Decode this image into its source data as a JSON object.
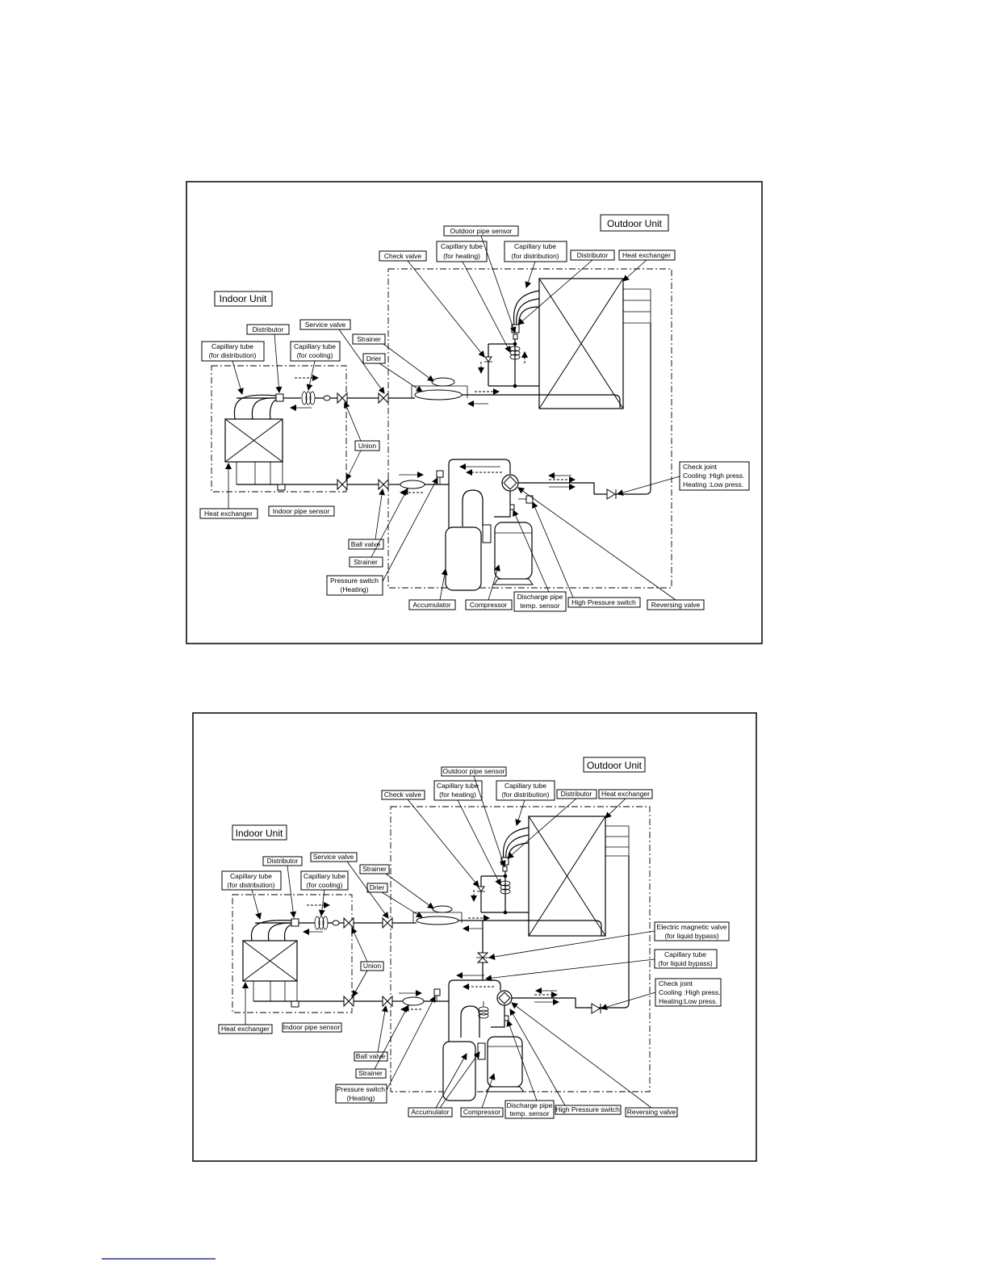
{
  "diagram1": {
    "outdoor_unit": "Outdoor Unit",
    "indoor_unit": "Indoor Unit",
    "labels": {
      "outdoor_pipe_sensor": "Outdoor pipe sensor",
      "check_valve": "Check valve",
      "cap_heating_1": "Capillary tube",
      "cap_heating_2": "(for heating)",
      "cap_dist_out_1": "Capillary tube",
      "cap_dist_out_2": "(for distribution)",
      "distributor_out": "Distributor",
      "heat_exchanger_out": "Heat exchanger",
      "distributor_in": "Distributor",
      "service_valve": "Service valve",
      "strainer_top": "Strainer",
      "drier": "Drier",
      "cap_dist_in_1": "Capillary tube",
      "cap_dist_in_2": "(for distribution)",
      "cap_cooling_1": "Capillary tube",
      "cap_cooling_2": "(for cooling)",
      "union": "Union",
      "check_joint_1": "Check joint",
      "check_joint_2": "Cooling :High press.",
      "check_joint_3": "Heating :Low press.",
      "heat_exchanger_in": "Heat exchanger",
      "indoor_pipe_sensor": "Indoor pipe sensor",
      "ball_valve": "Ball valve",
      "strainer_bottom": "Strainer",
      "pressure_switch_1": "Pressure switch",
      "pressure_switch_2": "(Heating)",
      "accumulator": "Accumulator",
      "compressor": "Compressor",
      "discharge_1": "Discharge pipe",
      "discharge_2": "temp. sensor",
      "high_pressure_switch": "High Pressure switch",
      "reversing_valve": "Reversing valve"
    }
  },
  "diagram2": {
    "outdoor_unit": "Outdoor Unit",
    "indoor_unit": "Indoor Unit",
    "labels": {
      "outdoor_pipe_sensor": "Outdoor pipe sensor",
      "check_valve": "Check valve",
      "cap_heating_1": "Capillary tube",
      "cap_heating_2": "(for heating)",
      "cap_dist_out_1": "Capillary tube",
      "cap_dist_out_2": "(for distribution)",
      "distributor_out": "Distributor",
      "heat_exchanger_out": "Heat exchanger",
      "distributor_in": "Distributor",
      "service_valve": "Service valve",
      "strainer_top": "Strainer",
      "drier": "Drier",
      "cap_dist_in_1": "Capillary tube",
      "cap_dist_in_2": "(for distribution)",
      "cap_cooling_1": "Capillary tube",
      "cap_cooling_2": "(for cooling)",
      "union": "Union",
      "emv_1": "Electric magnetic valve",
      "emv_2": "(for liquid bypass)",
      "cap_bypass_1": "Capillary tube",
      "cap_bypass_2": "(for liquid bypass)",
      "check_joint_1": "Check joint",
      "check_joint_2": "Cooling :High press.",
      "check_joint_3": "Heating:Low press.",
      "heat_exchanger_in": "Heat exchanger",
      "indoor_pipe_sensor": "Indoor pipe sensor",
      "ball_valve": "Ball valve",
      "strainer_bottom": "Strainer",
      "pressure_switch_1": "Pressure switch",
      "pressure_switch_2": "(Heating)",
      "accumulator": "Accumulator",
      "compressor": "Compressor",
      "discharge_1": "Discharge pipe",
      "discharge_2": "temp. sensor",
      "high_pressure_switch": "High Pressure switch",
      "reversing_valve": "Reversing valve"
    }
  }
}
